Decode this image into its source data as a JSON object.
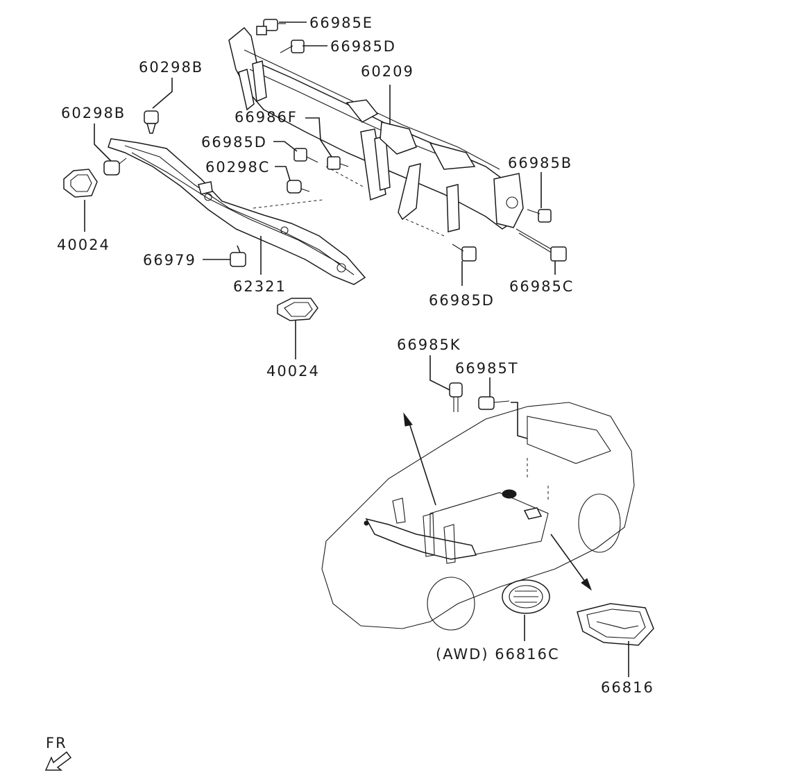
{
  "callouts": [
    {
      "id": "p66985e",
      "label": "66985E"
    },
    {
      "id": "p66985d_top",
      "label": "66985D"
    },
    {
      "id": "p60209",
      "label": "60209"
    },
    {
      "id": "p60298b_a",
      "label": "60298B"
    },
    {
      "id": "p60298b_b",
      "label": "60298B"
    },
    {
      "id": "p66986f",
      "label": "66986F"
    },
    {
      "id": "p66985d_mid",
      "label": "66985D"
    },
    {
      "id": "p60298c",
      "label": "60298C"
    },
    {
      "id": "p66985b",
      "label": "66985B"
    },
    {
      "id": "p40024_left",
      "label": "40024"
    },
    {
      "id": "p66979",
      "label": "66979"
    },
    {
      "id": "p62321",
      "label": "62321"
    },
    {
      "id": "p66985c",
      "label": "66985C"
    },
    {
      "id": "p66985d_bot",
      "label": "66985D"
    },
    {
      "id": "p40024_bot",
      "label": "40024"
    },
    {
      "id": "p66985k",
      "label": "66985K"
    },
    {
      "id": "p66985t",
      "label": "66985T"
    },
    {
      "id": "p66816c",
      "label": "(AWD) 66816C"
    },
    {
      "id": "p66816",
      "label": "66816"
    }
  ],
  "direction_marker": {
    "label": "FR",
    "icon": "front-direction-arrow-icon"
  },
  "colors": {
    "line": "#1a1a1a",
    "background": "#ffffff"
  }
}
